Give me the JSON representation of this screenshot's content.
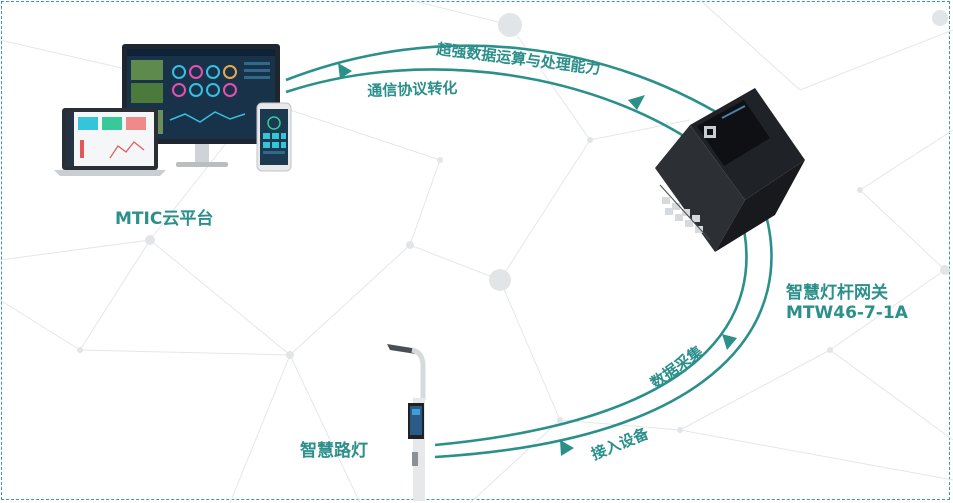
{
  "labels": {
    "top_outer": "超强数据运算与处理能力",
    "top_inner": "通信协议转化",
    "platform": "MTIC云平台",
    "gateway_name": "智慧灯杆网关",
    "gateway_model": "MTW46-7-1A",
    "data_collect": "数据采集",
    "device_access": "接入设备",
    "streetlight": "智慧路灯"
  },
  "colors": {
    "accent": "#2b8f8a",
    "network_lines": "#e3e6e8"
  }
}
